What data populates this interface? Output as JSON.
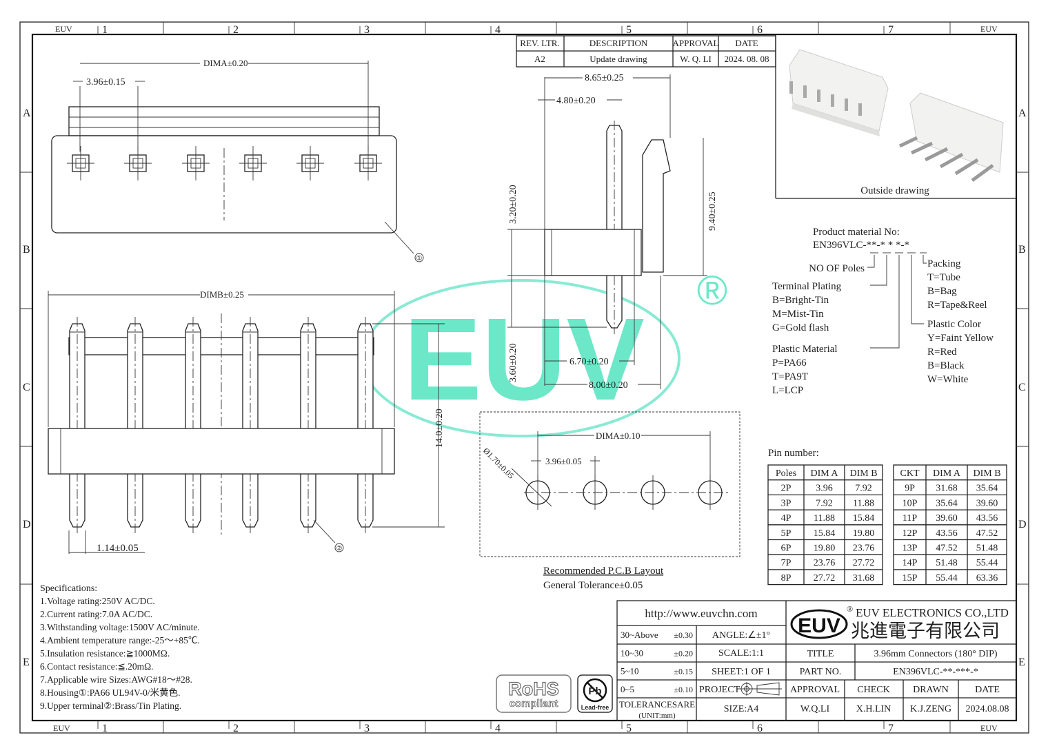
{
  "frame": {
    "columns": [
      "1",
      "2",
      "3",
      "4",
      "5",
      "6",
      "7"
    ],
    "rows": [
      "A",
      "B",
      "C",
      "D",
      "E"
    ],
    "corner_label": "EUV"
  },
  "revision": {
    "headers": [
      "REV. LTR.",
      "DESCRIPTION",
      "APPROVAL",
      "DATE"
    ],
    "row": [
      "A2",
      "Update drawing",
      "W. Q. LI",
      "2024. 08. 08"
    ]
  },
  "top_view": {
    "dim_a": "DIMA±0.20",
    "pitch": "3.96±0.15",
    "callout": "①"
  },
  "front_view": {
    "dim_b": "DIMB±0.25",
    "pin_width": "1.14±0.05",
    "height": "14.0±0.20",
    "callout": "②"
  },
  "side_view": {
    "d1": "8.65±0.25",
    "d2": "4.80±0.20",
    "d3": "3.20±0.20",
    "d4": "9.40±0.25",
    "d5": "3.60±0.20",
    "d6": "6.70±0.20",
    "d7": "8.00±0.20"
  },
  "pcb": {
    "dim_a": "DIMA±0.10",
    "pitch": "3.96±0.05",
    "hole": "Ø1.70±0.05",
    "caption": "Recommended P.C.B Layout",
    "tolerance": "General Tolerance±0.05"
  },
  "watermark": {
    "text": "EUV",
    "registered": "®",
    "color": "#5de6c4"
  },
  "outside_drawing": {
    "label": "Outside drawing"
  },
  "product_material": {
    "title": "Product material No:",
    "code": "EN396VLC-**-* * *-*",
    "no_of_poles": "NO OF Poles",
    "terminal_plating": {
      "title": "Terminal Plating",
      "options": [
        "B=Bright-Tin",
        "M=Mist-Tin",
        "G=Gold flash"
      ]
    },
    "plastic_material": {
      "title": "Plastic Material",
      "options": [
        "P=PA66",
        "T=PA9T",
        "L=LCP"
      ]
    },
    "packing": {
      "title": "Packing",
      "options": [
        "T=Tube",
        "B=Bag",
        "R=Tape&Reel"
      ]
    },
    "plastic_color": {
      "title": "Plastic Color",
      "options": [
        "Y=Faint Yellow",
        "R=Red",
        "B=Black",
        "W=White"
      ]
    }
  },
  "pin_table": {
    "title": "Pin number:",
    "left_headers": [
      "Poles",
      "DIM A",
      "DIM B"
    ],
    "right_headers": [
      "CKT",
      "DIM A",
      "DIM B"
    ],
    "left_rows": [
      [
        "2P",
        "3.96",
        "7.92"
      ],
      [
        "3P",
        "7.92",
        "11.88"
      ],
      [
        "4P",
        "11.88",
        "15.84"
      ],
      [
        "5P",
        "15.84",
        "19.80"
      ],
      [
        "6P",
        "19.80",
        "23.76"
      ],
      [
        "7P",
        "23.76",
        "27.72"
      ],
      [
        "8P",
        "27.72",
        "31.68"
      ]
    ],
    "right_rows": [
      [
        "9P",
        "31.68",
        "35.64"
      ],
      [
        "10P",
        "35.64",
        "39.60"
      ],
      [
        "11P",
        "39.60",
        "43.56"
      ],
      [
        "12P",
        "43.56",
        "47.52"
      ],
      [
        "13P",
        "47.52",
        "51.48"
      ],
      [
        "14P",
        "51.48",
        "55.44"
      ],
      [
        "15P",
        "55.44",
        "63.36"
      ]
    ]
  },
  "specifications": {
    "title": "Specifications:",
    "items": [
      "1.Voltage rating:250V AC/DC.",
      "2.Current rating:7.0A AC/DC.",
      "3.Withstanding voltage:1500V AC/minute.",
      "4.Ambient temperature range:-25～+85℃.",
      "5.Insulation resistance:≧1000MΩ.",
      "6.Contact resistance:≦.20mΩ.",
      "7.Applicable wire Sizes:AWG#18～#28.",
      "8.Housing①:PA66 UL94V-0/米黄色.",
      "9.Upper terminal②:Brass/Tin Plating."
    ]
  },
  "badges": {
    "rohs": "RoHS",
    "rohs_sub": "compliant",
    "pb": "Pb",
    "pb_sub": "Lead-free"
  },
  "title_block": {
    "url": "http://www.euvchn.com",
    "logo": "EUV",
    "company_en": "EUV ELECTRONICS CO.,LTD",
    "company_cn": "兆進電子有限公司",
    "registered": "®",
    "tolerances": [
      [
        "30~Above",
        "±0.30"
      ],
      [
        "10~30",
        "±0.20"
      ],
      [
        "5~10",
        "±0.15"
      ],
      [
        "0~5",
        "±0.10"
      ]
    ],
    "tolerances_label": "TOLERANCESARE",
    "unit": "(UNIT:mm)",
    "angle": "ANGLE:∠±1°",
    "scale": "SCALE:1:1",
    "sheet": "SHEET:1 OF 1",
    "project": "PROJECT",
    "size": "SIZE:A4",
    "title_label": "TITLE",
    "title_value": "3.96mm Connectors (180° DIP)",
    "part_label": "PART NO.",
    "part_value": "EN396VLC-**-***-*",
    "sign_headers": [
      "APPROVAL",
      "CHECK",
      "DRAWN",
      "DATE"
    ],
    "sign_values": [
      "W.Q.LI",
      "X.H.LIN",
      "K.J.ZENG",
      "2024.08.08"
    ]
  }
}
